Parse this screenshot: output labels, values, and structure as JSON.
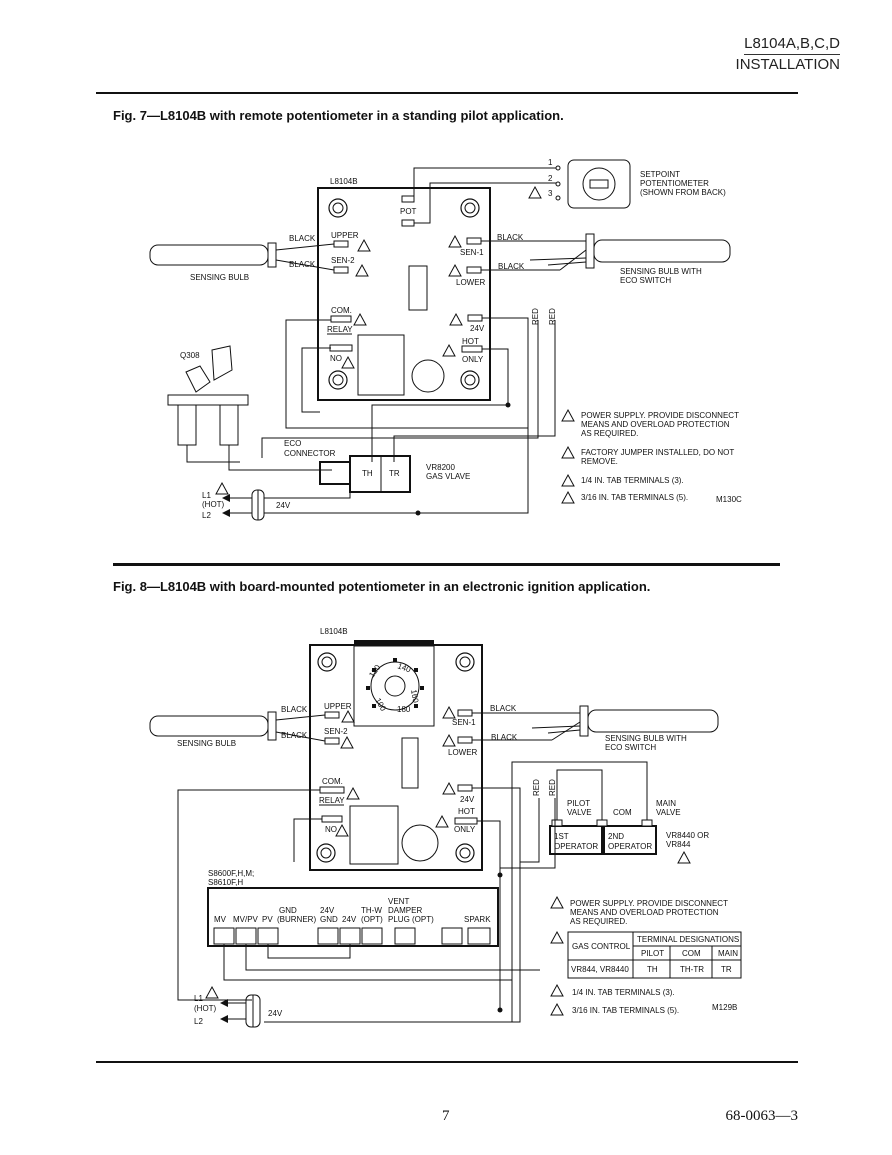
{
  "header": {
    "model": "L8104A,B,C,D",
    "section": "INSTALLATION"
  },
  "fig7": {
    "caption": "Fig. 7—L8104B with remote potentiometer in a standing pilot application.",
    "device": "L8104B",
    "pot": "POT",
    "upper": "UPPER",
    "sen2": "SEN-2",
    "sen1": "SEN-1",
    "lower": "LOWER",
    "com": "COM.",
    "relay": "RELAY",
    "no": "NO",
    "v24": "24V",
    "hot": "HOT",
    "only": "ONLY",
    "black": "BLACK",
    "red": "RED",
    "sensing_bulb": "SENSING BULB",
    "sensing_bulb_eco_1": "SENSING BULB WITH",
    "sensing_bulb_eco_2": "ECO SWITCH",
    "setpoint_1": "SETPOINT",
    "setpoint_2": "POTENTIOMETER",
    "setpoint_3": "(SHOWN FROM BACK)",
    "q308": "Q308",
    "eco_1": "ECO",
    "eco_2": "CONNECTOR",
    "th": "TH",
    "tr": "TR",
    "valve_1": "VR8200",
    "valve_2": "GAS VLAVE",
    "l1": "L1",
    "hot_paren": "(HOT)",
    "l2": "L2",
    "line_24v": "24V",
    "pin1": "1",
    "pin2": "2",
    "pin3": "3",
    "notes": [
      "POWER SUPPLY.  PROVIDE DISCONNECT",
      "MEANS AND OVERLOAD PROTECTION",
      "AS REQUIRED.",
      "FACTORY JUMPER INSTALLED, DO NOT",
      "REMOVE.",
      "1/4 IN. TAB TERMINALS (3).",
      "3/16 IN. TAB TERMINALS (5)."
    ],
    "code": "M130C"
  },
  "fig8": {
    "caption": "Fig. 8—L8104B with board-mounted potentiometer in an electronic ignition application.",
    "device": "L8104B",
    "dial": [
      "120",
      "140",
      "160",
      "180",
      "100"
    ],
    "upper": "UPPER",
    "sen2": "SEN-2",
    "sen1": "SEN-1",
    "lower": "LOWER",
    "com": "COM.",
    "relay": "RELAY",
    "no": "NO",
    "v24": "24V",
    "hot": "HOT",
    "only": "ONLY",
    "black": "BLACK",
    "red": "RED",
    "sensing_bulb": "SENSING BULB",
    "sensing_bulb_eco_1": "SENSING BULB WITH",
    "sensing_bulb_eco_2": "ECO SWITCH",
    "pilot_1": "PILOT",
    "pilot_2": "VALVE",
    "com_label": "COM",
    "main_1": "MAIN",
    "main_2": "VALVE",
    "op1_1": "1ST",
    "op1_2": "OPERATOR",
    "op2_1": "2ND",
    "op2_2": "OPERATOR",
    "vr_1": "VR8440 OR",
    "vr_2": "VR844",
    "control_1": "S8600F,H,M;",
    "control_2": "S8610F,H",
    "terminals": [
      "MV",
      "MV/PV",
      "PV",
      "GND",
      "(BURNER)",
      "24V",
      "GND",
      "24V",
      "TH-W",
      "(OPT)",
      "VENT",
      "DAMPER",
      "PLUG (OPT)",
      "SPARK"
    ],
    "l1": "L1",
    "hot_paren": "(HOT)",
    "l2": "L2",
    "line_24v": "24V",
    "notes": [
      "POWER SUPPLY.  PROVIDE DISCONNECT",
      "MEANS AND OVERLOAD PROTECTION",
      "AS REQUIRED.",
      "1/4 IN. TAB TERMINALS (3).",
      "3/16 IN. TAB TERMINALS (5)."
    ],
    "table": {
      "title": "TERMINAL DESIGNATIONS",
      "col0": "GAS CONTROL",
      "cols": [
        "PILOT",
        "COM",
        "MAIN"
      ],
      "row": [
        "VR844, VR8440",
        "TH",
        "TH-TR",
        "TR"
      ]
    },
    "code": "M129B"
  },
  "footer": {
    "page": "7",
    "doc": "68-0063—3"
  }
}
